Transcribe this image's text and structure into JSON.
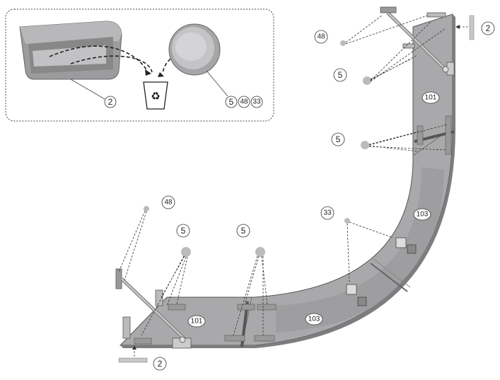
{
  "inset": {
    "callouts": {
      "tray": "2",
      "disc_a": "5",
      "disc_b": "48",
      "disc_c": "33"
    }
  },
  "parts": {
    "top_bracket_1": "48",
    "top_slider_1": "2",
    "top_disc_1": "5",
    "top_panel": "101",
    "mid_disc": "5",
    "curve_panel": "103",
    "curve_disc": "33",
    "left_bracket": "48",
    "left_disc_1": "5",
    "left_disc_2": "5",
    "bottom_panel_left": "101",
    "bottom_panel_right": "103",
    "bottom_slider": "2"
  },
  "colors": {
    "panel": "#a9a9ab",
    "panel_dark": "#8c8c8e",
    "outline": "#555555",
    "disc": "#b9b9b9"
  }
}
